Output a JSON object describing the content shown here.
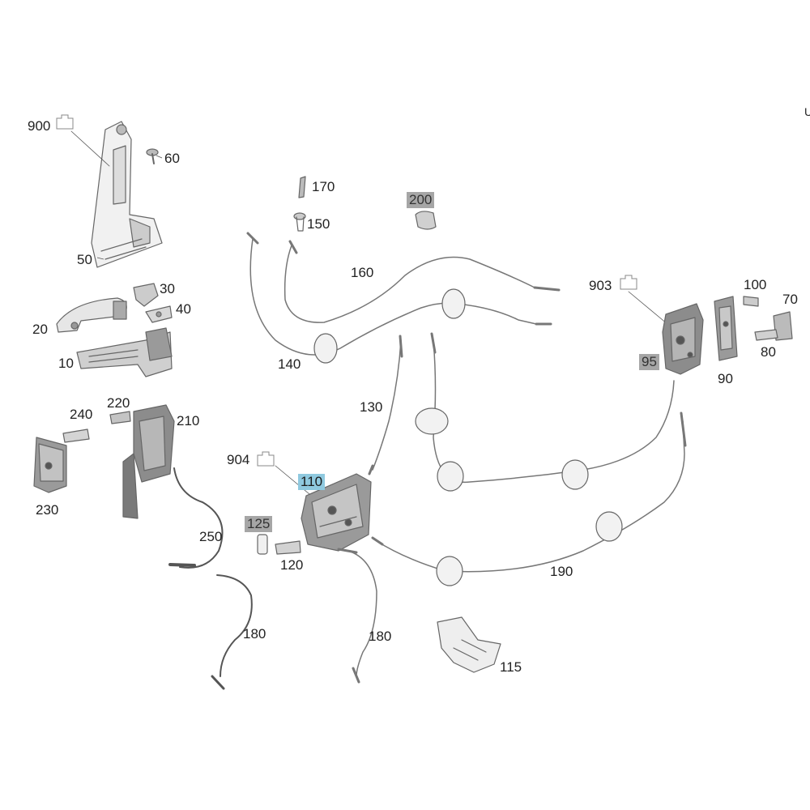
{
  "labels": {
    "l900": "900",
    "l60": "60",
    "l50": "50",
    "l30": "30",
    "l40": "40",
    "l20": "20",
    "l10": "10",
    "l170": "170",
    "l150": "150",
    "l200": "200",
    "l160": "160",
    "l140": "140",
    "l903": "903",
    "l100": "100",
    "l70": "70",
    "l95": "95",
    "l80": "80",
    "l90": "90",
    "l130": "130",
    "l240": "240",
    "l220": "220",
    "l210": "210",
    "l230": "230",
    "l904": "904",
    "l110": "110",
    "l125": "125",
    "l120": "120",
    "l250": "250",
    "l180a": "180",
    "l180b": "180",
    "l190": "190",
    "l115": "115"
  },
  "edge_text": "U",
  "highlight": {
    "selected": "#8fc9df",
    "unavailable": "#a6a6a6"
  }
}
